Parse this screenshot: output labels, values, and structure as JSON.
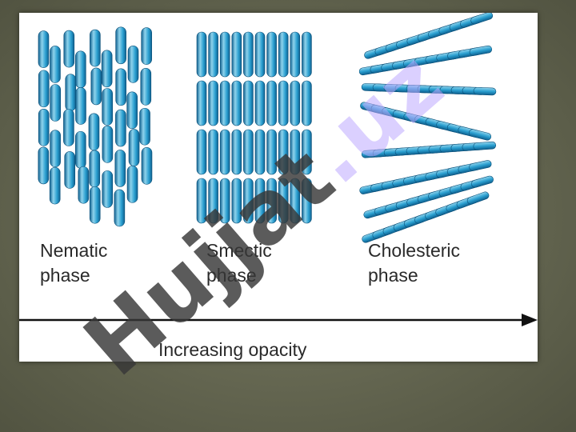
{
  "phases": [
    {
      "line1": "Nematic",
      "line2": "phase"
    },
    {
      "line1": "Smectic",
      "line2": "phase"
    },
    {
      "line1": "Cholesteric",
      "line2": "phase"
    }
  ],
  "axis": {
    "label": "Increasing opacity"
  },
  "watermark": {
    "part1": "Hujjat",
    "part2": ".uz"
  },
  "colors": {
    "rod_light": "#8fd3ec",
    "rod_mid": "#2a9fd0",
    "rod_dark": "#0e5f8e",
    "arrow": "#111111",
    "frame": "#6b6d55",
    "panel": "#ffffff"
  }
}
